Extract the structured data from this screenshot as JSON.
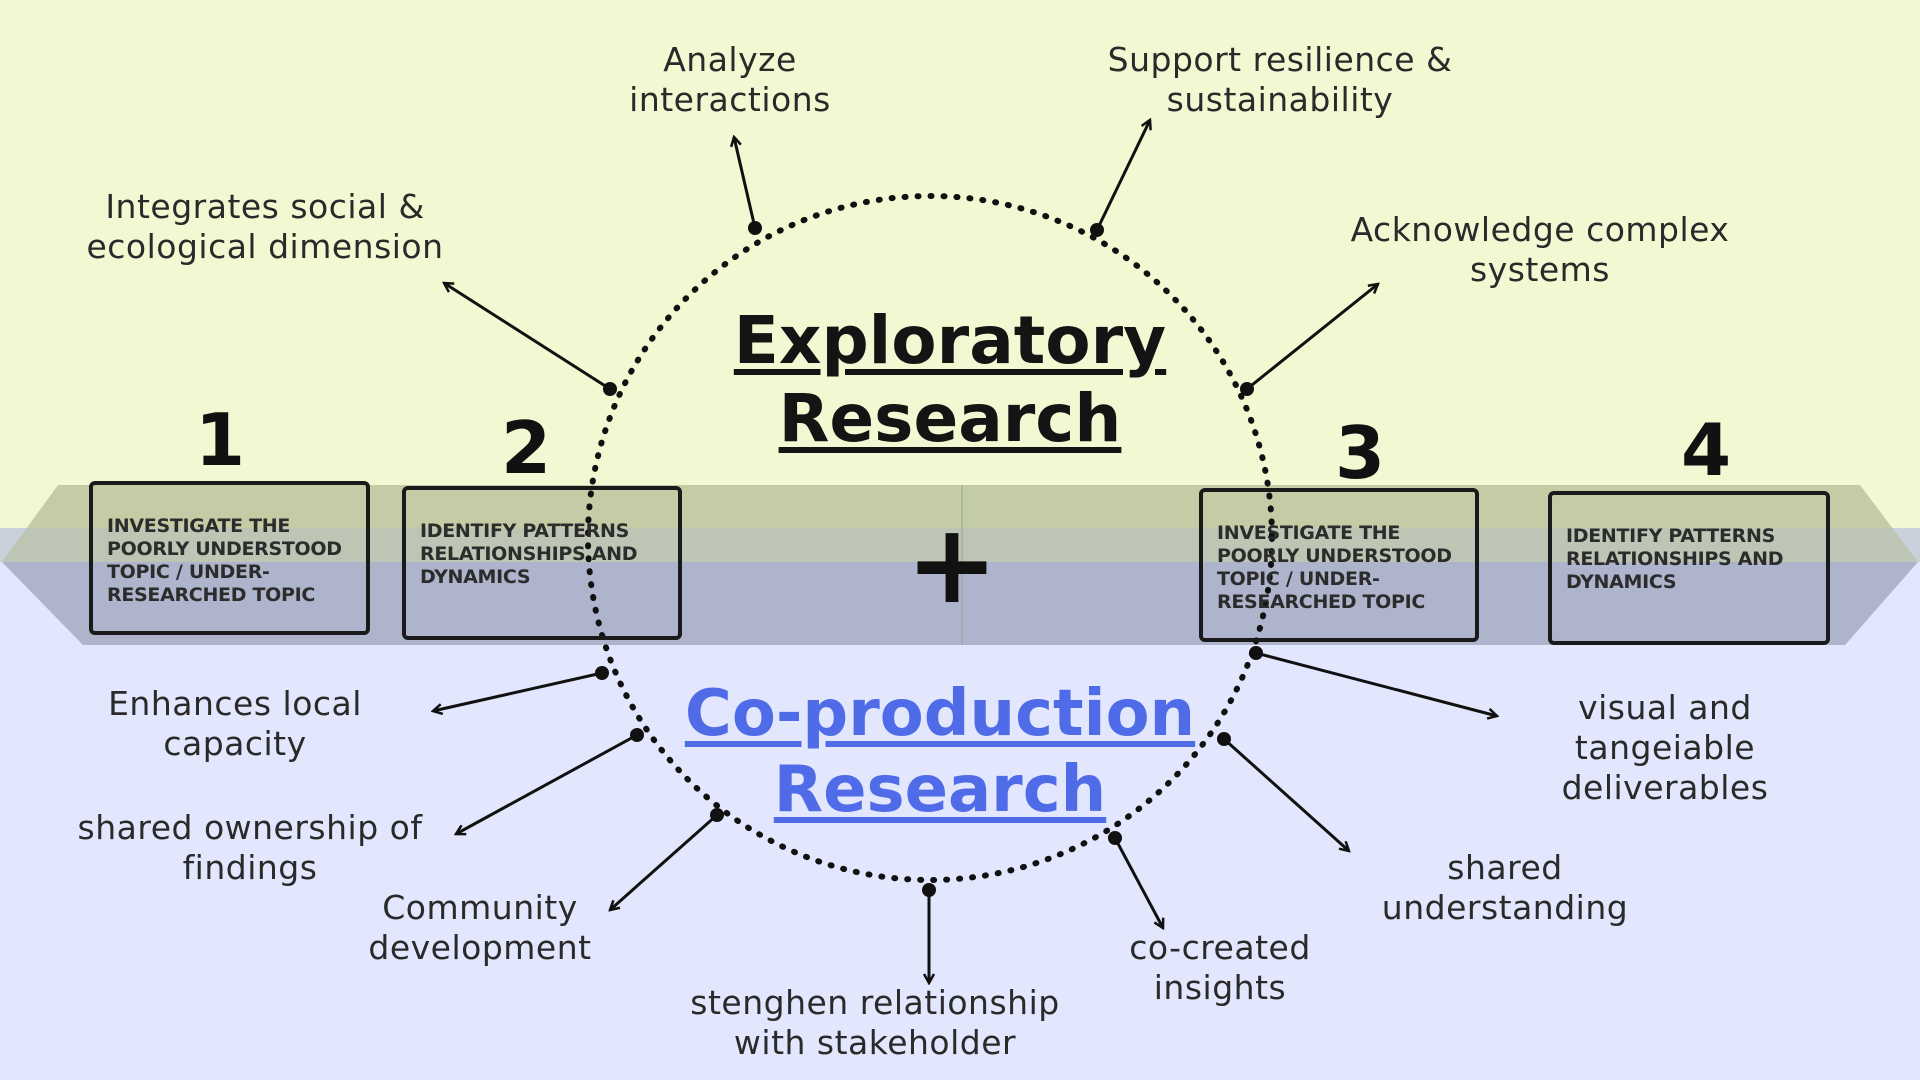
{
  "title_top": [
    "Exploratory",
    "Research"
  ],
  "title_bottom": [
    "Co-production",
    "Research"
  ],
  "center_symbol": "+",
  "steps": [
    {
      "number": "1",
      "text": "INVESTIGATE THE POORLY UNDERSTOOD TOPIC / UNDER-RESEARCHED TOPIC"
    },
    {
      "number": "2",
      "text": "IDENTIFY PATTERNS RELATIONSHIPS AND DYNAMICS"
    },
    {
      "number": "3",
      "text": "INVESTIGATE THE POORLY UNDERSTOOD TOPIC / UNDER-RESEARCHED TOPIC"
    },
    {
      "number": "4",
      "text": "IDENTIFY PATTERNS RELATIONSHIPS AND DYNAMICS"
    }
  ],
  "exploratory_features": [
    [
      "Integrates social &",
      "ecological dimension"
    ],
    [
      "Analyze",
      "interactions"
    ],
    [
      "Support resilience &",
      "sustainability"
    ],
    [
      "Acknowledge complex",
      "systems"
    ]
  ],
  "coproduction_features": [
    [
      "Enhances local",
      "capacity"
    ],
    [
      "shared ownership of",
      "findings"
    ],
    [
      "Community",
      "development"
    ],
    [
      "stenghen relationship",
      "with stakeholder"
    ],
    [
      "co-created",
      "insights"
    ],
    [
      "shared",
      "understanding"
    ],
    [
      "visual and",
      "tangeiable",
      "deliverables"
    ]
  ],
  "colors": {
    "top_background": "#f2f9d2",
    "bottom_background": "#e2e7fd",
    "band_upper": "#c4cca6",
    "band_lower": "#aeb4cb",
    "coproduction_accent": "#4f6be8"
  }
}
